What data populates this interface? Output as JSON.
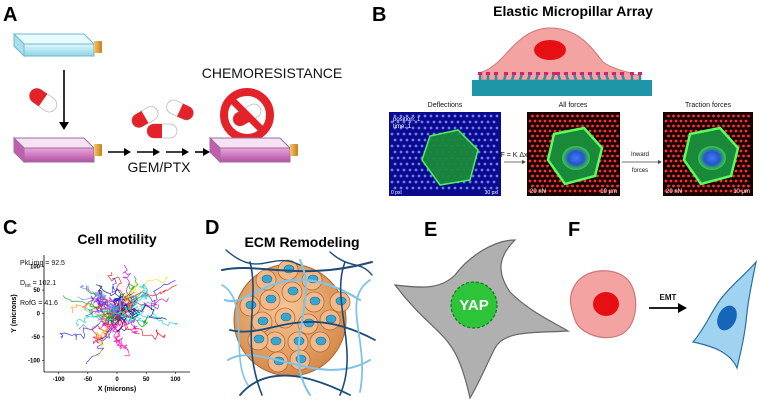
{
  "panels": {
    "a": {
      "letter": "A",
      "outcome_label": "CHEMORESISTANCE",
      "treatment_label": "GEM/PTX"
    },
    "b": {
      "letter": "B",
      "title": "Elastic Micropillar Array",
      "images": [
        {
          "caption": "Deflections",
          "overlay_1": "position: 1",
          "overlay_2": "time: 1",
          "scale_left": "0 pxl",
          "scale_right": "30 pxl"
        },
        {
          "caption": "All forces",
          "scale_left": "20 nN",
          "scale_right": "10 μm"
        },
        {
          "caption": "Traction forces",
          "scale_left": "20 nN",
          "scale_right": "10 μm"
        }
      ],
      "equation_label": "F = K Δx",
      "step_label_line1": "Inward",
      "step_label_line2": "forces"
    },
    "c": {
      "letter": "C",
      "title": "Cell motility",
      "stats": {
        "line1": "PkLimg = 92.5",
        "line2_prefix": "D",
        "line2_sub": "tot",
        "line2_suffix": " = 102.1",
        "line3": "RofG = 41.6"
      }
    },
    "d": {
      "letter": "D",
      "title": "ECM Remodeling"
    },
    "e": {
      "letter": "E",
      "nucleus_label": "YAP"
    },
    "f": {
      "letter": "F",
      "transition_label": "EMT"
    }
  },
  "colors": {
    "nucleus_red": "#e60f14",
    "cell_pink": "#f4a3a3",
    "cell_blue": "#9fd3ef",
    "nucleus_blue": "#1566b8",
    "flask_blue": "#c9eef7",
    "flask_pink": "#d57ac4",
    "cap_orange": "#e8a53a",
    "yap_green": "#2ec43a",
    "substrate_teal": "#1f96a8"
  },
  "chart_data": {
    "type": "line",
    "title": "Cell motility",
    "xlabel": "X (microns)",
    "ylabel": "Y (microns)",
    "xlim": [
      -125,
      125
    ],
    "ylim": [
      -125,
      125
    ],
    "xticks": [
      -100,
      -50,
      0,
      50,
      100
    ],
    "yticks": [
      -100,
      -50,
      0,
      50,
      100
    ],
    "grid": false,
    "annotations": [
      "PkLimg = 92.5",
      "Dtot = 102.1",
      "RofG = 41.6"
    ]
  }
}
